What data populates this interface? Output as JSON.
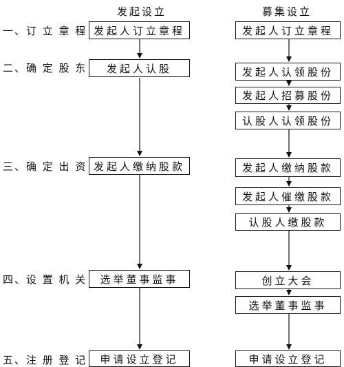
{
  "columns": {
    "left_title": "发起设立",
    "right_title": "募集设立"
  },
  "stages": [
    "一、订 立 章 程",
    "二、确 定 股 东",
    "三、确 定 出 资",
    "四、设 置 机 关",
    "五、注 册 登 记"
  ],
  "left_boxes": [
    "发起人订立章程",
    "发起人认股",
    "发起人缴纳股款",
    "选举董事监事",
    "申请设立登记"
  ],
  "right_boxes": [
    "发起人订立章程",
    "发起人认领股份",
    "发起人招募股份",
    "认股人认领股份",
    "发起人缴纳股款",
    "发起人催缴股款",
    "认股人缴股款",
    "创立大会",
    "选举董事监事",
    "申请设立登记"
  ]
}
